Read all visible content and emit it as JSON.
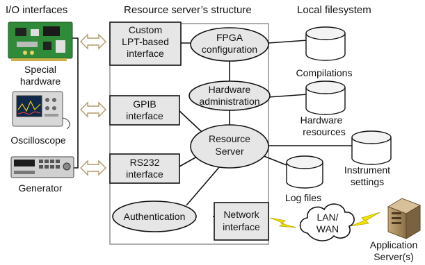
{
  "headings": {
    "io_interfaces": "I/O interfaces",
    "server_structure": "Resource server’s structure",
    "local_filesystem": "Local filesystem"
  },
  "devices": {
    "special_hardware": [
      "Special",
      "hardware"
    ],
    "oscilloscope": "Oscilloscope",
    "generator": "Generator"
  },
  "interfaces": {
    "lpt": [
      "Custom",
      "LPT-based",
      "interface"
    ],
    "gpib": [
      "GPIB",
      "interface"
    ],
    "rs232": [
      "RS232",
      "interface"
    ],
    "network": [
      "Network",
      "interface"
    ]
  },
  "modules": {
    "fpga": [
      "FPGA",
      "configuration"
    ],
    "hw_admin": [
      "Hardware",
      "administration"
    ],
    "resource_server": [
      "Resource",
      "Server"
    ],
    "authentication": "Authentication"
  },
  "storage": {
    "compilations": "Compilations",
    "hardware_resources": [
      "Hardware",
      "resources"
    ],
    "instrument_settings": [
      "Instrument",
      "settings"
    ],
    "log_files": "Log files"
  },
  "network": {
    "lan_wan": [
      "LAN/",
      "WAN"
    ],
    "application_servers": [
      "Application",
      "Server(s)"
    ]
  },
  "colors": {
    "node_fill": "#e6e6e6",
    "arrow_outline": "#b29a6b",
    "lightning": "#f2e200",
    "pcb_green": "#2f8a3a"
  },
  "icons": [
    "hardware-board-icon",
    "oscilloscope-icon",
    "generator-icon",
    "database-icon",
    "cloud-icon",
    "server-icon",
    "lightning-icon",
    "double-arrow-icon"
  ]
}
